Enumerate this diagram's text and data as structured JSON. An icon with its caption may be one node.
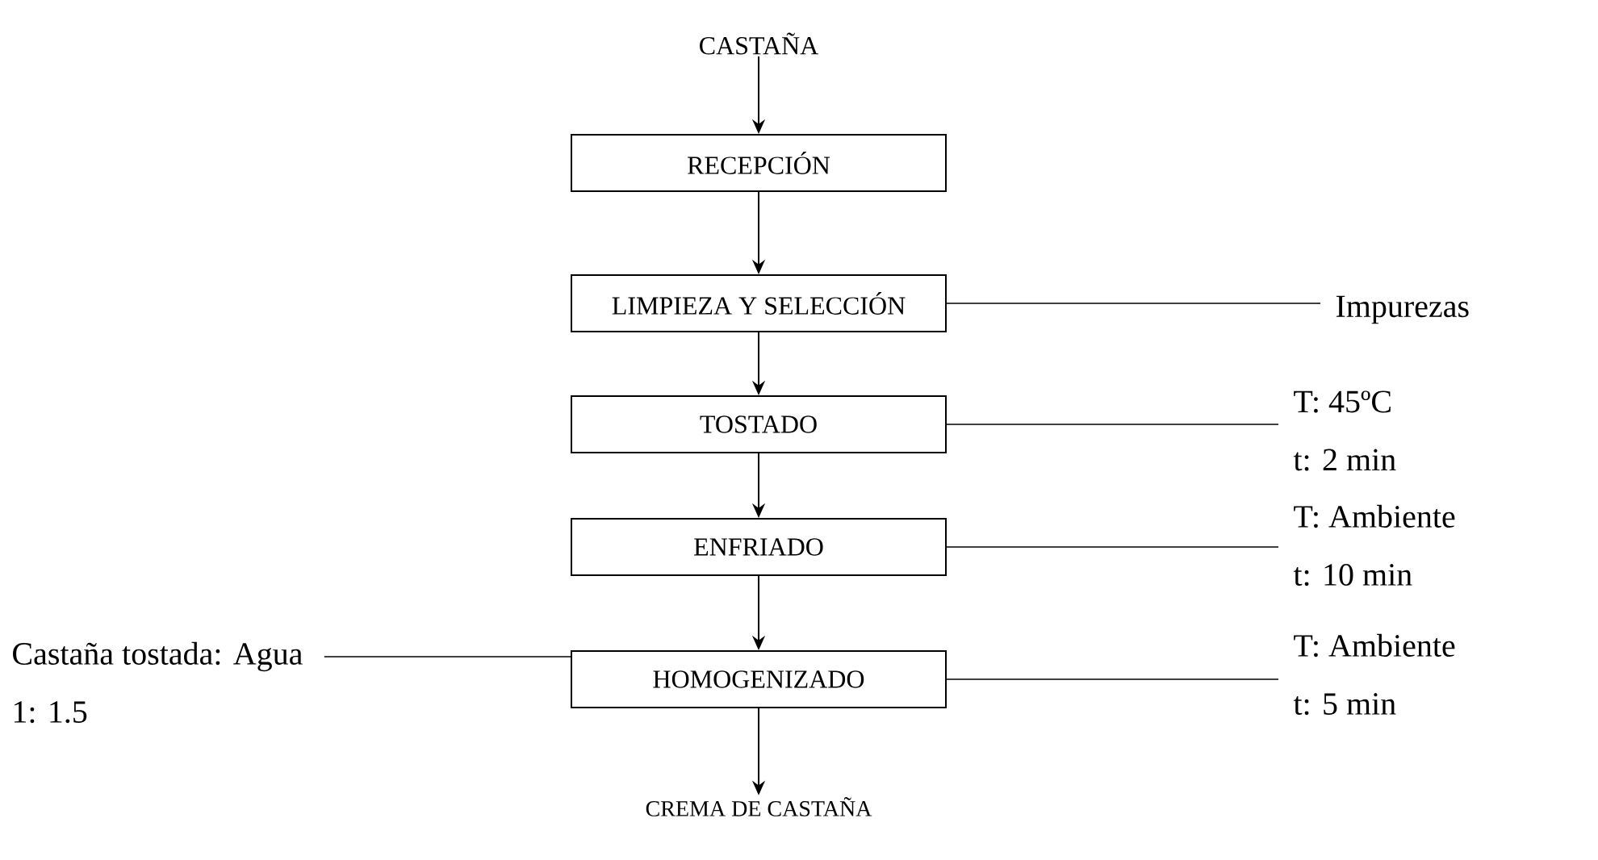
{
  "diagram": {
    "nodes": [
      {
        "text": [
          "CASTAÑA"
        ]
      },
      {
        "text": [
          "RECEPCIÓN"
        ]
      },
      {
        "text": [
          "LIMPIEZA Y SELECCIÓN"
        ]
      },
      {
        "text": [
          "TOSTADO"
        ]
      },
      {
        "text": [
          "ENFRIADO"
        ]
      },
      {
        "text": [
          "HOMOGENIZADO"
        ]
      },
      {
        "text": [
          "CREMA DE CASTAÑA"
        ]
      },
      {
        "text": [
          "Impurezas"
        ]
      },
      {
        "text": [
          "T: 45ºC",
          "t: 2 min"
        ]
      },
      {
        "text": [
          "T: Ambiente",
          "t: 10 min"
        ]
      },
      {
        "text": [
          "T: Ambiente",
          "t: 5 min"
        ]
      },
      {
        "text": [
          "Castaña tostada: Agua",
          "1: 1.5"
        ]
      }
    ],
    "edges": [
      {
        "from": 0,
        "to": 1,
        "arrow": "to"
      },
      {
        "from": 1,
        "to": 2,
        "arrow": "to"
      },
      {
        "from": 2,
        "to": 3,
        "arrow": "to"
      },
      {
        "from": 3,
        "to": 4,
        "arrow": "to"
      },
      {
        "from": 4,
        "to": 5,
        "arrow": "to"
      },
      {
        "from": 5,
        "to": 6,
        "arrow": "to"
      },
      {
        "from": 2,
        "to": 7,
        "arrow": "none"
      },
      {
        "from": 3,
        "to": 8,
        "arrow": "none"
      },
      {
        "from": 4,
        "to": 9,
        "arrow": "none"
      },
      {
        "from": 5,
        "to": 10,
        "arrow": "none"
      },
      {
        "from": 11,
        "to": 5,
        "arrow": "none"
      }
    ]
  }
}
